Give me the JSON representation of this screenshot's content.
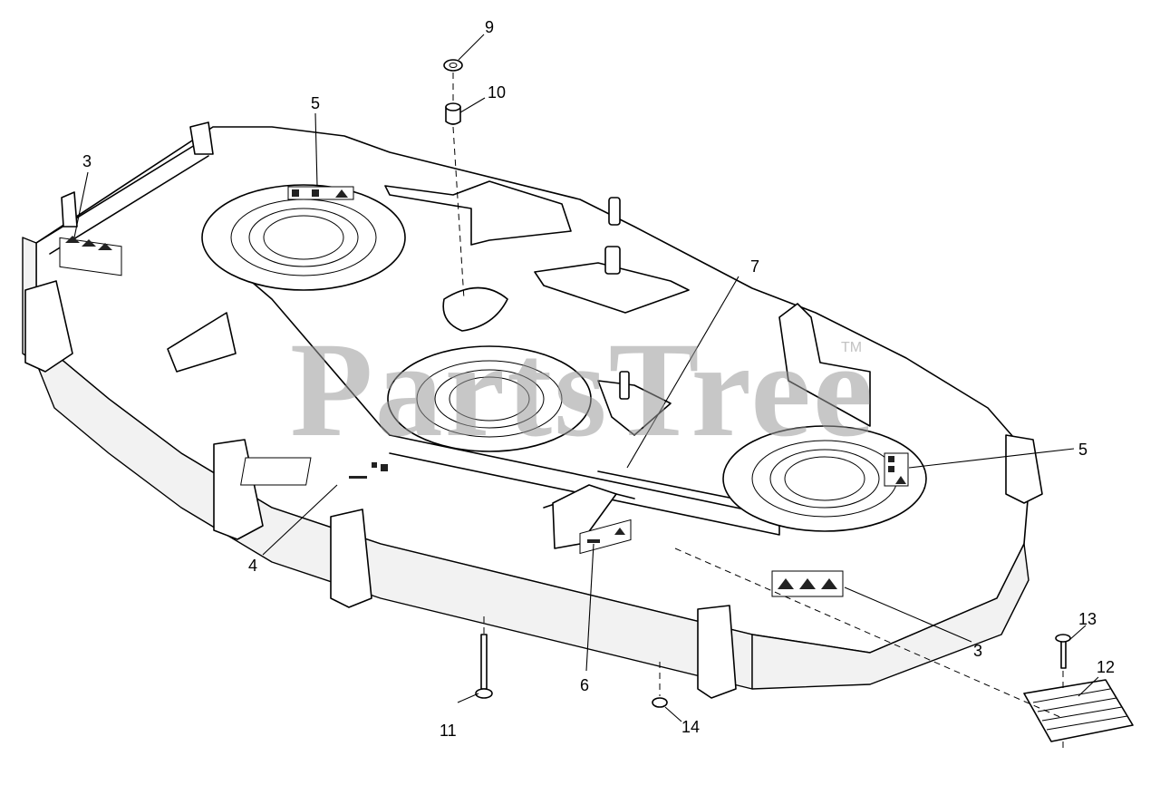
{
  "watermark": {
    "text": "PartsTree",
    "trademark": "TM"
  },
  "callouts": [
    {
      "id": "c9",
      "label": "9"
    },
    {
      "id": "c10",
      "label": "10"
    },
    {
      "id": "c5a",
      "label": "5"
    },
    {
      "id": "c3a",
      "label": "3"
    },
    {
      "id": "c7",
      "label": "7"
    },
    {
      "id": "c5b",
      "label": "5"
    },
    {
      "id": "c4",
      "label": "4"
    },
    {
      "id": "c6",
      "label": "6"
    },
    {
      "id": "c3b",
      "label": "3"
    },
    {
      "id": "c13",
      "label": "13"
    },
    {
      "id": "c12",
      "label": "12"
    },
    {
      "id": "c11",
      "label": "11"
    },
    {
      "id": "c14",
      "label": "14"
    }
  ],
  "colors": {
    "line": "#000000",
    "background": "#ffffff",
    "watermark": "#9a9a9a"
  }
}
